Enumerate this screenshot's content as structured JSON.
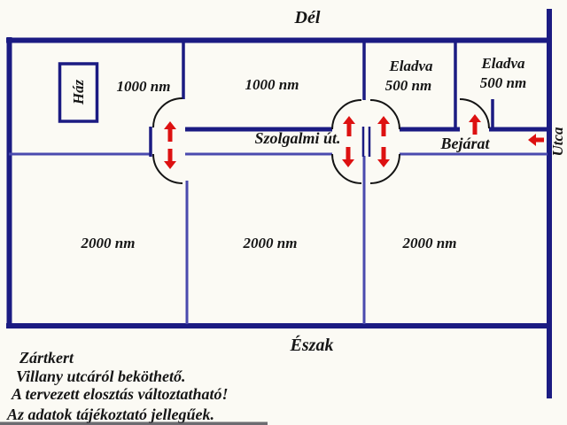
{
  "colors": {
    "border": "#1b1b82",
    "divider": "#4a4aae",
    "ink": "#161616",
    "arrow": "#dd1111",
    "paper": "#fbfaf4",
    "arc": "#141414"
  },
  "compass": {
    "south": "Dél",
    "north": "Észak",
    "street": "Utca"
  },
  "house": {
    "label": "Ház"
  },
  "road": {
    "label": "Szolgalmi út.",
    "entrance": "Bejárat"
  },
  "plots": {
    "top_row": [
      {
        "size": "1000 nm"
      },
      {
        "size": "1000 nm"
      },
      {
        "status": "Eladva",
        "size": "500 nm"
      },
      {
        "status": "Eladva",
        "size": "500 nm"
      }
    ],
    "bottom_row": [
      {
        "size": "2000 nm"
      },
      {
        "size": "2000 nm"
      },
      {
        "size": "2000 nm"
      }
    ]
  },
  "notes": [
    "Zártkert",
    "Villany utcáról beköthető.",
    "A tervezett elosztás változtatható!",
    "Az adatok tájékoztató jellegűek."
  ]
}
